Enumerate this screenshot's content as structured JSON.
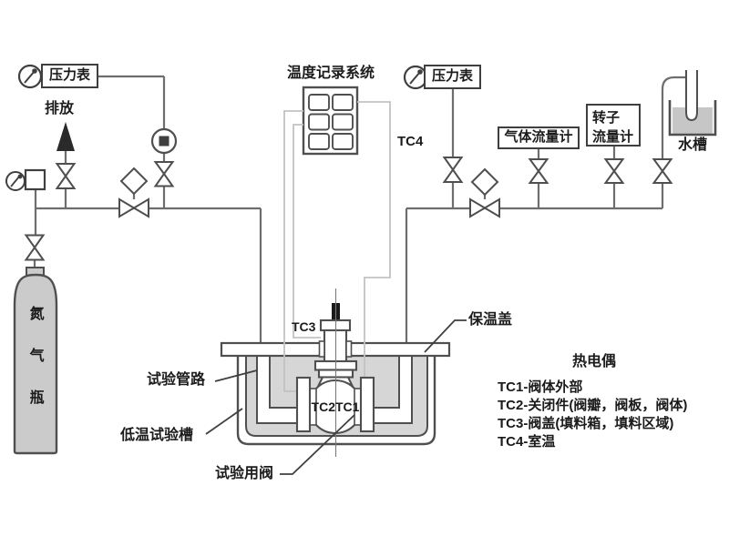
{
  "labels": {
    "pressure_gauge_left": "压力表",
    "vent": "排放",
    "nitrogen_bottle": "氮气瓶",
    "temperature_recorder": "温度记录系统",
    "tc4_wire": "TC4",
    "pressure_gauge_right": "压力表",
    "gas_flowmeter": "气体流量计",
    "rotor_flowmeter_line1": "转子",
    "rotor_flowmeter_line2": "流量计",
    "water_tank": "水槽",
    "insulation_cover": "保温盖",
    "test_pipeline": "试验管路",
    "cryo_test_tank": "低温试验槽",
    "test_valve": "试验用阀",
    "tc3_probe": "TC3",
    "tc2_tc1_probe": "TC2TC1"
  },
  "legend": {
    "title": "热电偶",
    "items": [
      "TC1-阀体外部",
      "TC2-关闭件(阀瓣，阀板，阀体)",
      "TC3-阀盖(填料箱，填料区域)",
      "TC4-室温"
    ]
  },
  "colors": {
    "line": "#4f4f4f",
    "pipe": "#6e6e6e",
    "thermocouple_wire": "#c2c2c2",
    "bottle_fill": "#cbcbcb",
    "tank_liquid": "#d6d6d6",
    "water_fill": "#c6c6c6",
    "background": "#ffffff"
  }
}
